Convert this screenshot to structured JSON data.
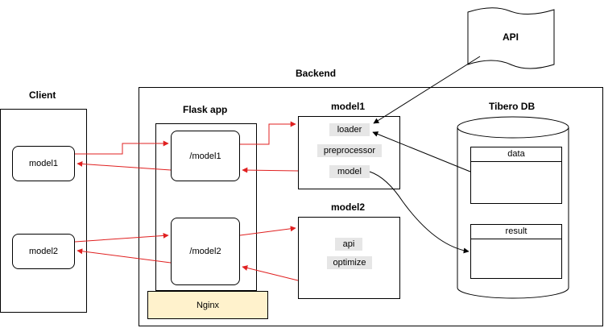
{
  "api": {
    "label": "API"
  },
  "backend": {
    "title": "Backend"
  },
  "client": {
    "title": "Client",
    "items": [
      {
        "label": "model1"
      },
      {
        "label": "model2"
      }
    ]
  },
  "flask": {
    "title": "Flask app",
    "routes": [
      {
        "label": "/model1"
      },
      {
        "label": "/model2"
      }
    ],
    "nginx": "Nginx"
  },
  "model1": {
    "title": "model1",
    "chips": [
      "loader",
      "preprocessor",
      "model"
    ]
  },
  "model2": {
    "title": "model2",
    "chips": [
      "api",
      "optimize"
    ]
  },
  "db": {
    "title": "Tibero DB",
    "tables": [
      {
        "label": "data"
      },
      {
        "label": "result"
      }
    ]
  },
  "colors": {
    "request_arrow": "#e02020",
    "api_arrow": "#000000",
    "nginx_fill": "#fff2cc",
    "chip_fill": "#e6e6e6"
  }
}
